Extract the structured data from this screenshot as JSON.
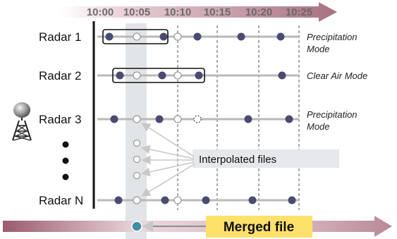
{
  "timeline": {
    "times": [
      "10:00",
      "10:05",
      "10:10",
      "10:15",
      "10:20",
      "10:25"
    ]
  },
  "radars": [
    {
      "label": "Radar  1",
      "mode": [
        "Precipitation",
        "Mode"
      ]
    },
    {
      "label": "Radar  2",
      "mode": [
        "Clear Air Mode"
      ]
    },
    {
      "label": "Radar  3",
      "mode": [
        "Precipitation",
        "Mode"
      ]
    },
    {
      "label": "Radar  N",
      "mode": []
    }
  ],
  "callouts": {
    "interpolated_label": "Interpolated  files",
    "merged_label": "Merged file"
  },
  "icons": {
    "radar_tower": "radar-tower-icon",
    "ellipsis": "vertical-ellipsis-icon"
  },
  "colors": {
    "observation_dot": "#4a4a72",
    "interpolated_dot": "#ffffff",
    "track_line": "#b9b9b9",
    "timeline_arrow": "#a7707f",
    "merged_box": "#fde16a",
    "merged_marker": "#3e8fa6"
  }
}
